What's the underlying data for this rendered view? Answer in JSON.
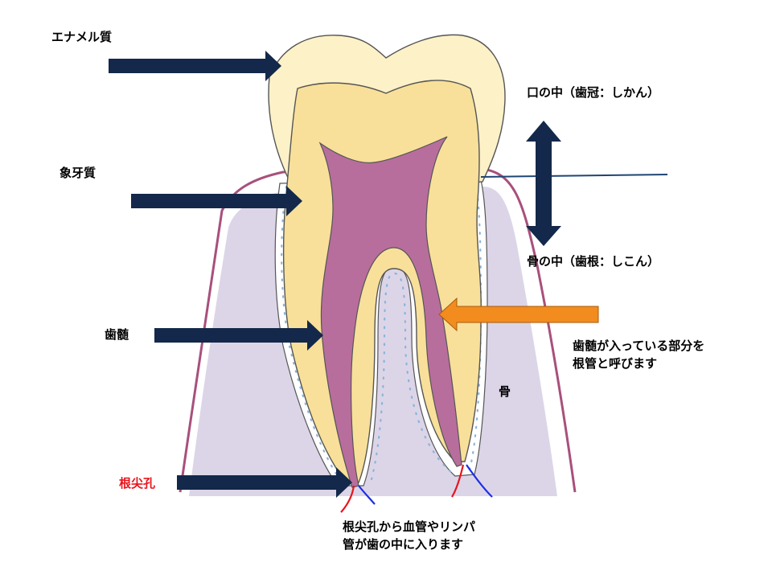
{
  "labels": {
    "enamel": "エナメル質",
    "dentin": "象牙質",
    "pulp": "歯髄",
    "apical_foramen": "根尖孔",
    "crown": "口の中（歯冠：しかん）",
    "root": "骨の中（歯根：しこん）",
    "bone": "骨",
    "root_canal_line1": "歯髄が入っている部分を",
    "root_canal_line2": "根管と呼びます",
    "vessels_line1": "根尖孔から血管やリンパ",
    "vessels_line2": "管が歯の中に入ります"
  },
  "colors": {
    "enamel": "#fdf1c8",
    "dentin": "#f8e09a",
    "pulp": "#b86e9c",
    "bone": "#dcd5e8",
    "gum": "#a8507c",
    "arrow_dark": "#13284a",
    "arrow_orange": "#f28c1e",
    "artery": "#e8141c",
    "vein": "#1a2ee6",
    "dots": "#8ab4d8",
    "apical_label": "#e8141c"
  },
  "icons": {
    "pointer_arrow": "right-arrow-icon",
    "orange_arrow": "left-arrow-icon",
    "double_arrow": "up-down-arrow-icon"
  }
}
